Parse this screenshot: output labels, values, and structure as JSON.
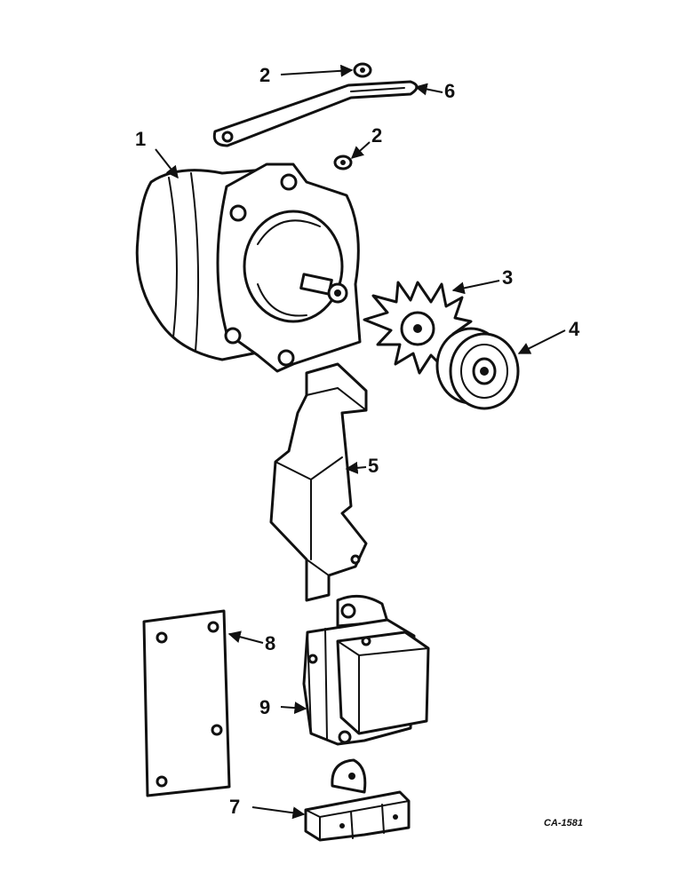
{
  "callouts": {
    "c1": "1",
    "c2a": "2",
    "c2b": "2",
    "c3": "3",
    "c4": "4",
    "c5": "5",
    "c6": "6",
    "c7": "7",
    "c8": "8",
    "c9": "9"
  },
  "drawing_code": "CA-1581"
}
